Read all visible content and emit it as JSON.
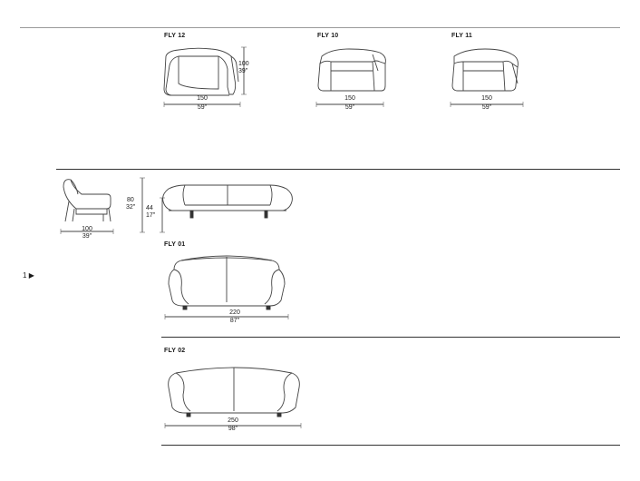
{
  "page_number": "1",
  "page_arrow": "▶",
  "top_row": [
    {
      "model": "FLY 12",
      "width_cm": "150",
      "width_in": "59\"",
      "height_cm": "100",
      "height_in": "39\""
    },
    {
      "model": "FLY 10",
      "width_cm": "150",
      "width_in": "59\""
    },
    {
      "model": "FLY 11",
      "width_cm": "150",
      "width_in": "59\""
    }
  ],
  "side_view": {
    "depth_cm": "100",
    "depth_in": "39\"",
    "height_cm": "80",
    "height_in": "32\"",
    "seat_cm": "44",
    "seat_in": "17\""
  },
  "sofas": [
    {
      "model": "FLY 01",
      "width_cm": "220",
      "width_in": "87\""
    },
    {
      "model": "FLY 02",
      "width_cm": "250",
      "width_in": "98\""
    }
  ]
}
